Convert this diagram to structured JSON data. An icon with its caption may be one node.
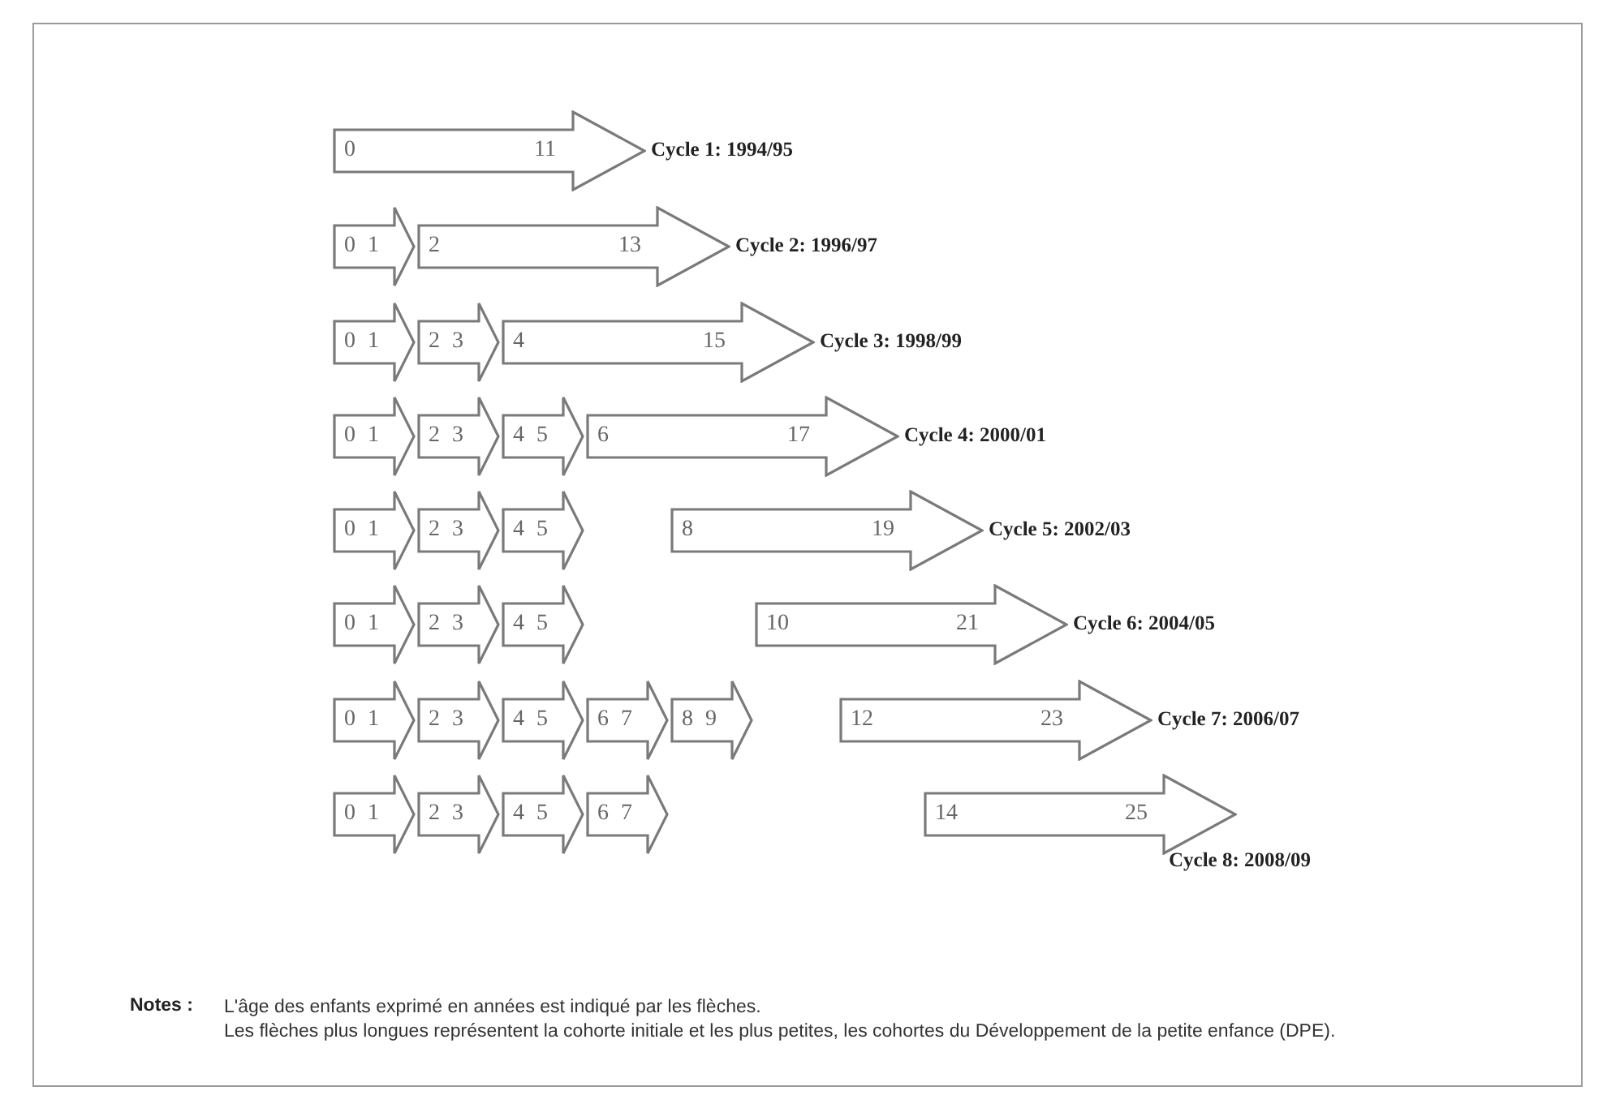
{
  "diagram": {
    "nodes": [
      {
        "text": [
          "0",
          "11"
        ],
        "beside": [
          "Cycle 1: 1994/95"
        ]
      },
      {
        "text": [
          "0 1"
        ]
      },
      {
        "text": [
          "2",
          "13"
        ],
        "beside": [
          "Cycle 2: 1996/97"
        ]
      },
      {
        "text": [
          "0 1"
        ]
      },
      {
        "text": [
          "2 3"
        ]
      },
      {
        "text": [
          "4",
          "15"
        ],
        "beside": [
          "Cycle 3: 1998/99"
        ]
      },
      {
        "text": [
          "0 1"
        ]
      },
      {
        "text": [
          "2 3"
        ]
      },
      {
        "text": [
          "4 5"
        ]
      },
      {
        "text": [
          "6",
          "17"
        ],
        "beside": [
          "Cycle 4: 2000/01"
        ]
      },
      {
        "text": [
          "0 1"
        ]
      },
      {
        "text": [
          "2 3"
        ]
      },
      {
        "text": [
          "4 5"
        ]
      },
      {
        "text": [
          "8",
          "19"
        ],
        "beside": [
          "Cycle 5: 2002/03"
        ]
      },
      {
        "text": [
          "0 1"
        ]
      },
      {
        "text": [
          "2 3"
        ]
      },
      {
        "text": [
          "4 5"
        ]
      },
      {
        "text": [
          "10",
          "21"
        ],
        "beside": [
          "Cycle 6: 2004/05"
        ]
      },
      {
        "text": [
          "0 1"
        ]
      },
      {
        "text": [
          "2 3"
        ]
      },
      {
        "text": [
          "4 5"
        ]
      },
      {
        "text": [
          "6 7"
        ]
      },
      {
        "text": [
          "8 9"
        ]
      },
      {
        "text": [
          "12",
          "23"
        ],
        "beside": [
          "Cycle 7: 2006/07"
        ]
      },
      {
        "text": [
          "0 1"
        ]
      },
      {
        "text": [
          "2 3"
        ]
      },
      {
        "text": [
          "4 5"
        ]
      },
      {
        "text": [
          "6 7"
        ]
      },
      {
        "text": [
          "14",
          "25"
        ],
        "beside": [
          "Cycle 8: 2008/09"
        ]
      }
    ],
    "labels": [
      "Notes :",
      "L'âge des enfants exprimé en années est indiqué par les flèches.",
      "Les flèches plus longues représentent la cohorte initiale et les plus petites, les cohortes du Développement de la petite enfance (DPE)."
    ]
  }
}
